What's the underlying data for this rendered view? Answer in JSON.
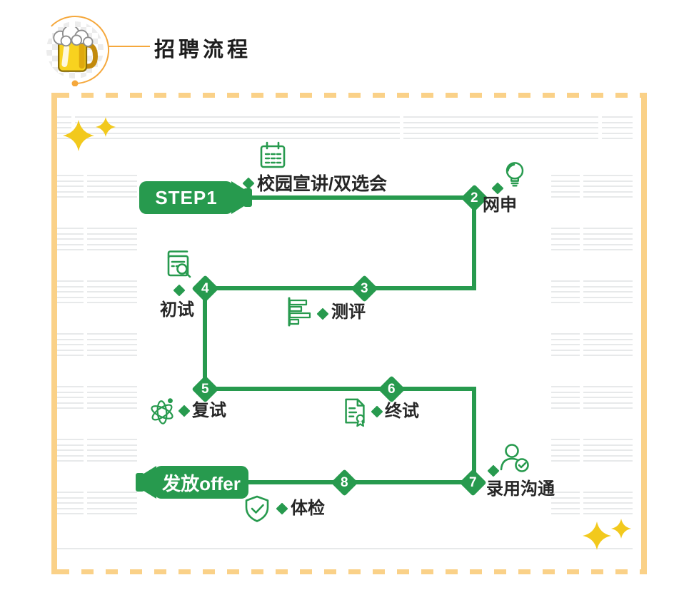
{
  "header": {
    "title": "招聘流程",
    "icon": "beer-mug-icon"
  },
  "colors": {
    "flow_green": "#279A4E",
    "border_yellow": "#FAD188",
    "star_yellow": "#F2C91D",
    "arc_orange": "#F5A83C",
    "label_text": "#262626",
    "ruled_line": "#E7E9EA"
  },
  "flow": {
    "steps": [
      {
        "kind": "bottle",
        "label": "STEP1",
        "topic": "校园宣讲/双选会",
        "icon": "calendar-icon"
      },
      {
        "kind": "node",
        "number": "2",
        "topic": "网申",
        "icon": "lightbulb-icon"
      },
      {
        "kind": "node",
        "number": "3",
        "topic": "测评",
        "icon": "bar-chart-icon"
      },
      {
        "kind": "node",
        "number": "4",
        "topic": "初试",
        "icon": "document-search-icon"
      },
      {
        "kind": "node",
        "number": "5",
        "topic": "复试",
        "icon": "atom-icon"
      },
      {
        "kind": "node",
        "number": "6",
        "topic": "终试",
        "icon": "certificate-icon"
      },
      {
        "kind": "node",
        "number": "7",
        "topic": "录用沟通",
        "icon": "person-check-icon"
      },
      {
        "kind": "node",
        "number": "8",
        "topic": "体检",
        "icon": "shield-check-icon"
      },
      {
        "kind": "bottle",
        "label": "发放offer"
      }
    ]
  }
}
